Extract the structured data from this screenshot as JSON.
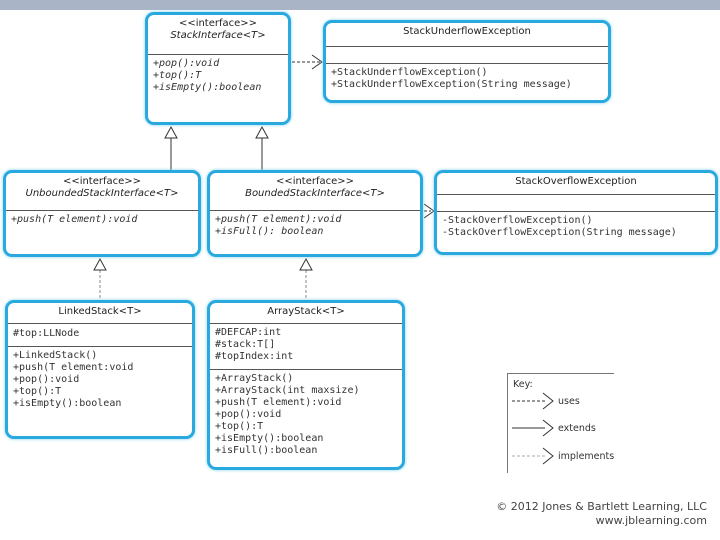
{
  "colors": {
    "box_border": "#2aa9de",
    "top_bar": "#a9b4c6"
  },
  "stack_interface": {
    "stereotype": "<<interface>>",
    "name": "StackInterface<T>",
    "methods": [
      "+pop():void",
      "+top():T",
      "+isEmpty():boolean"
    ]
  },
  "underflow": {
    "name": "StackUnderflowException",
    "methods": [
      "+StackUnderflowException()",
      "+StackUnderflowException(String message)"
    ]
  },
  "unbounded": {
    "stereotype": "<<interface>>",
    "name": "UnboundedStackInterface<T>",
    "methods": [
      "+push(T element):void"
    ]
  },
  "bounded": {
    "stereotype": "<<interface>>",
    "name": "BoundedStackInterface<T>",
    "methods": [
      "+push(T element):void",
      "+isFull(): boolean"
    ]
  },
  "overflow": {
    "name": "StackOverflowException",
    "methods": [
      "-StackOverflowException()",
      "-StackOverflowException(String message)"
    ]
  },
  "linked": {
    "name": "LinkedStack<T>",
    "attributes": [
      "#top:LLNode"
    ],
    "methods": [
      "+LinkedStack()",
      "+push(T element:void",
      "+pop():void",
      "+top():T",
      "+isEmpty():boolean"
    ]
  },
  "array": {
    "name": "ArrayStack<T>",
    "attributes": [
      "#DEFCAP:int",
      "#stack:T[]",
      "#topIndex:int"
    ],
    "methods": [
      "+ArrayStack()",
      "+ArrayStack(int maxsize)",
      "+push(T element):void",
      "+pop():void",
      "+top():T",
      "+isEmpty():boolean",
      "+isFull():boolean"
    ]
  },
  "key": {
    "title": "Key:",
    "uses": "uses",
    "extends": "extends",
    "implements": "implements"
  },
  "copyright": {
    "line1": "© 2012 Jones & Bartlett Learning, LLC",
    "line2": "www.jblearning.com"
  }
}
